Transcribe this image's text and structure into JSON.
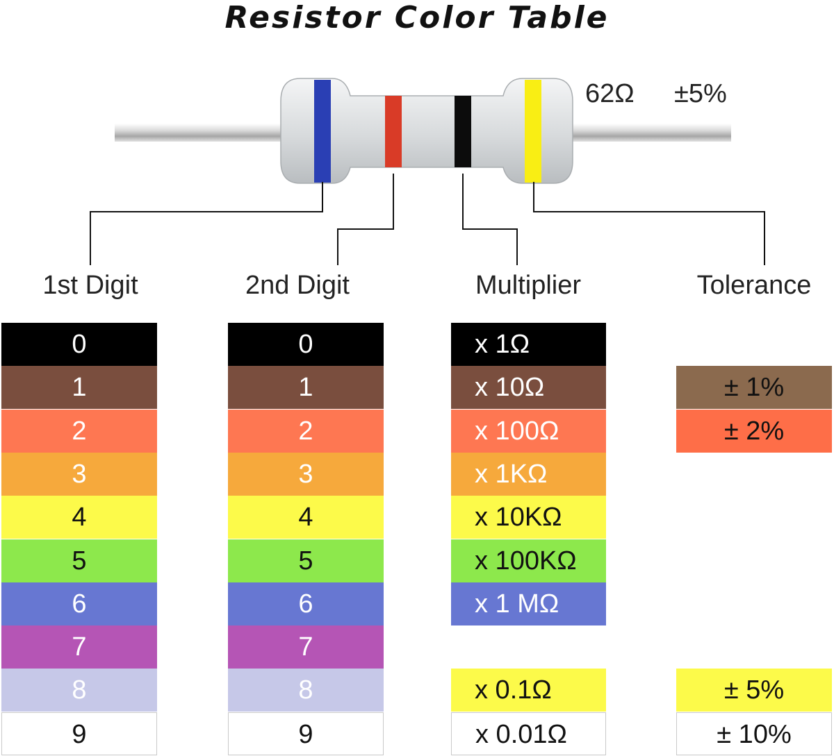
{
  "title": "Resistor Color Table",
  "resistor": {
    "value_label": "62Ω",
    "tolerance_label": "±5%",
    "bands": [
      {
        "name": "band-1-blue",
        "color": "#2a3fb4"
      },
      {
        "name": "band-2-red",
        "color": "#d93b27"
      },
      {
        "name": "band-3-black",
        "color": "#0c0c0c"
      },
      {
        "name": "band-4-yellow",
        "color": "#f9ee14"
      }
    ]
  },
  "columns": {
    "first_digit": "1st Digit",
    "second_digit": "2nd Digit",
    "multiplier": "Multiplier",
    "tolerance": "Tolerance"
  },
  "rows": [
    {
      "color_name": "black",
      "color": "#000000",
      "text_color": "#ffffff",
      "digit": "0",
      "multiplier": "x 1Ω"
    },
    {
      "color_name": "brown",
      "color": "#7a4e3e",
      "text_color": "#ffffff",
      "digit": "1",
      "multiplier": "x 10Ω"
    },
    {
      "color_name": "red",
      "color": "#fe7752",
      "text_color": "#ffffff",
      "digit": "2",
      "multiplier": "x 100Ω"
    },
    {
      "color_name": "orange",
      "color": "#f6a93c",
      "text_color": "#ffffff",
      "digit": "3",
      "multiplier": "x 1KΩ"
    },
    {
      "color_name": "yellow",
      "color": "#fcfa4a",
      "text_color": "#111111",
      "digit": "4",
      "multiplier": "x 10KΩ"
    },
    {
      "color_name": "green",
      "color": "#8de84c",
      "text_color": "#111111",
      "digit": "5",
      "multiplier": "x 100KΩ"
    },
    {
      "color_name": "blue",
      "color": "#6777d2",
      "text_color": "#ffffff",
      "digit": "6",
      "multiplier": "x 1 MΩ"
    },
    {
      "color_name": "violet",
      "color": "#b555b5",
      "text_color": "#ffffff",
      "digit": "7",
      "multiplier": ""
    },
    {
      "color_name": "grey",
      "color": "#c6c8e8",
      "text_color": "#ffffff",
      "digit": "8",
      "multiplier": ""
    },
    {
      "color_name": "white",
      "color": "#ffffff",
      "text_color": "#111111",
      "digit": "9",
      "multiplier": ""
    }
  ],
  "multiplier_extra": [
    {
      "color_name": "gold",
      "color": "#fcfa4a",
      "text_color": "#111111",
      "label": "x 0.1Ω"
    },
    {
      "color_name": "silver",
      "color": "#ffffff",
      "text_color": "#111111",
      "label": "x 0.01Ω"
    }
  ],
  "tolerance_rows": [
    {
      "color_name": "brown",
      "color": "#8b6a4e",
      "text_color": "#111111",
      "label": "± 1%"
    },
    {
      "color_name": "red",
      "color": "#fe6e48",
      "text_color": "#111111",
      "label": "± 2%"
    },
    {
      "color_name": "gold",
      "color": "#fcfa4a",
      "text_color": "#111111",
      "label": "± 5%"
    },
    {
      "color_name": "silver",
      "color": "#ffffff",
      "text_color": "#111111",
      "label": "± 10%"
    }
  ]
}
